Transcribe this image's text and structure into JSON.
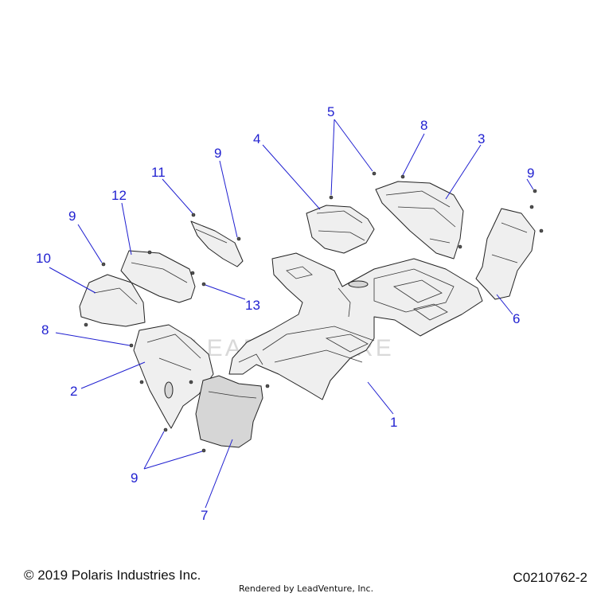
{
  "diagram": {
    "callouts": [
      {
        "id": "c1",
        "label": "1"
      },
      {
        "id": "c2",
        "label": "2"
      },
      {
        "id": "c3",
        "label": "3"
      },
      {
        "id": "c4",
        "label": "4"
      },
      {
        "id": "c5",
        "label": "5"
      },
      {
        "id": "c6",
        "label": "6"
      },
      {
        "id": "c7",
        "label": "7"
      },
      {
        "id": "c8a",
        "label": "8"
      },
      {
        "id": "c8b",
        "label": "8"
      },
      {
        "id": "c9a",
        "label": "9"
      },
      {
        "id": "c9b",
        "label": "9"
      },
      {
        "id": "c9c",
        "label": "9"
      },
      {
        "id": "c9d",
        "label": "9"
      },
      {
        "id": "c10",
        "label": "10"
      },
      {
        "id": "c11",
        "label": "11"
      },
      {
        "id": "c12",
        "label": "12"
      },
      {
        "id": "c13",
        "label": "13"
      }
    ],
    "watermark": "LEADVENTURE",
    "callout_color": "#1f1fd0"
  },
  "footer": {
    "copyright": "© 2019 Polaris Industries Inc.",
    "rendered_by": "Rendered by LeadVenture, Inc.",
    "part_code": "C0210762-2"
  }
}
